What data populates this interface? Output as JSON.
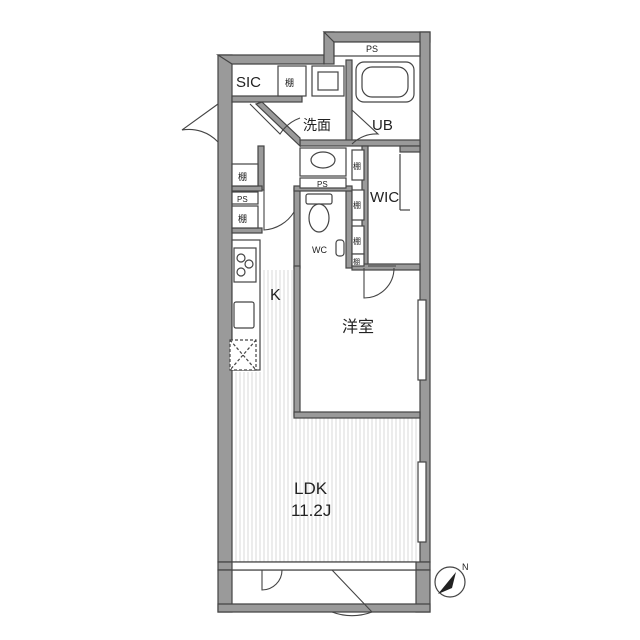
{
  "rooms": {
    "sic": "SIC",
    "washroom": "洗面",
    "bath": "UB",
    "wic": "WIC",
    "wc": "WC",
    "western_room": "洋室",
    "kitchen": "K",
    "ldk": "LDK",
    "ldk_size": "11.2J"
  },
  "fixtures": {
    "shelf": "棚",
    "pipe_space": "PS"
  },
  "compass": {
    "north": "N"
  }
}
